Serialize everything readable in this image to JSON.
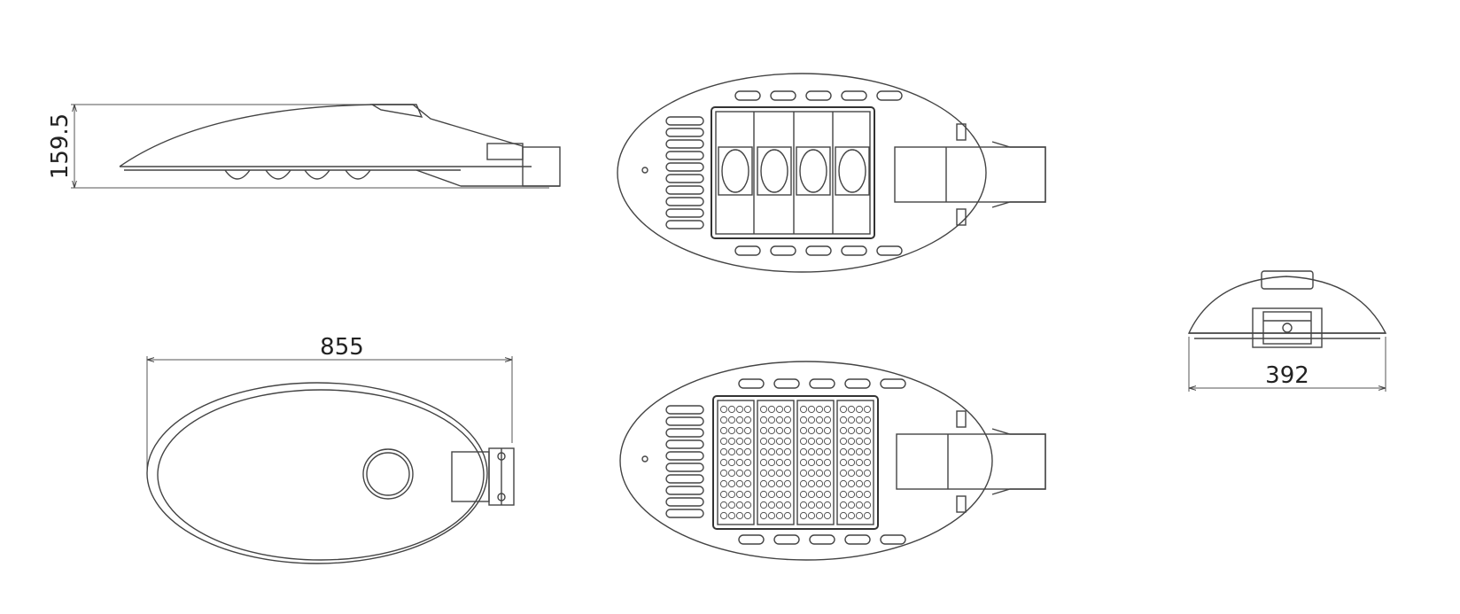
{
  "drawing": {
    "dimensions": {
      "height": "159.5",
      "length": "855",
      "width": "392"
    },
    "colors": {
      "line": "#444444",
      "background": "#ffffff"
    }
  }
}
